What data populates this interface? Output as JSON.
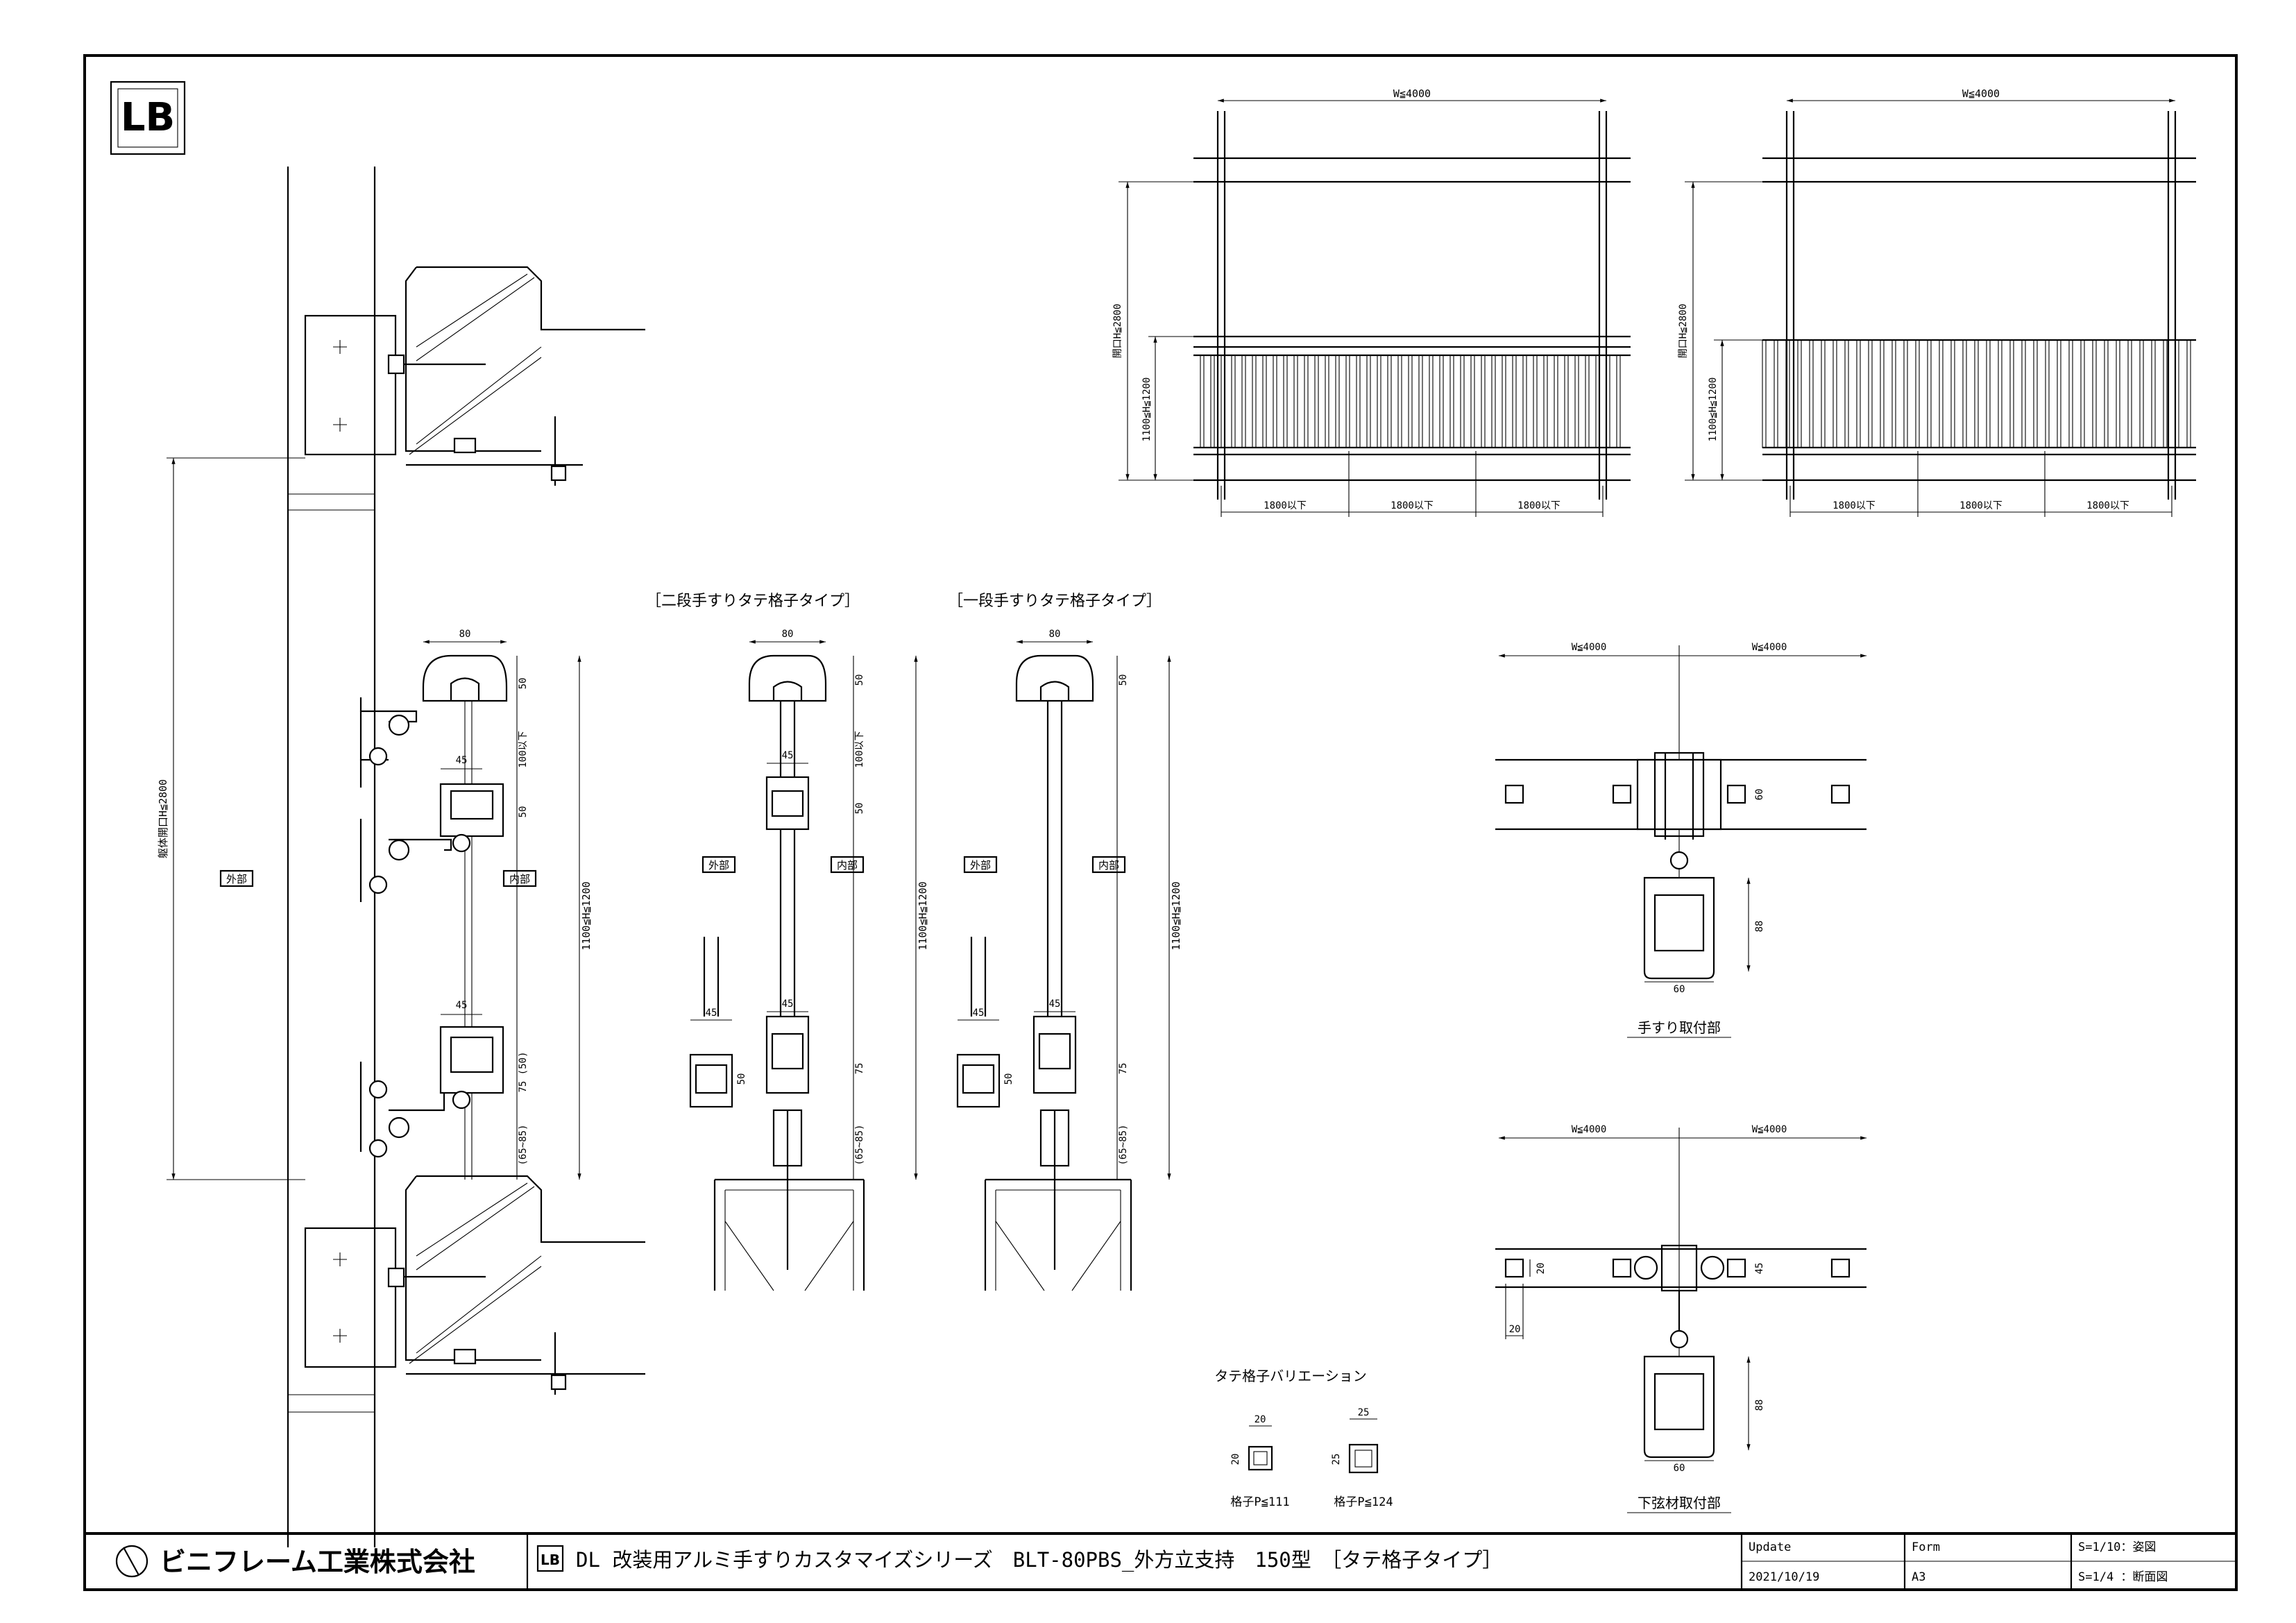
{
  "title_block": {
    "company_name": "ビニフレーム工業株式会社",
    "logo_text": "LB",
    "drawing_title": "DL 改装用アルミ手すりカスタマイズシリーズ　BLT-80PBS_外方立支持　150型　［タテ格子タイプ］",
    "update_label": "Update",
    "update_date": "2021/10/19",
    "form_label": "Form",
    "form_value": "A3",
    "scale_1": "S=1/10：姿図",
    "scale_2": "S=1/4 ：断面図"
  },
  "section_main": {
    "outer_label": "外部",
    "inner_label": "内部",
    "opening_height": "躯体開口H≦2800",
    "handrail_height": "1100≦H≦1200",
    "dim_80": "80",
    "dim_50a": "50",
    "dim_100": "100以下",
    "dim_45a": "45",
    "dim_50b": "50",
    "dim_45b": "45",
    "dim_75": "75 (50)",
    "dim_65": "(65~85)"
  },
  "section_two_tier": {
    "title": "［二段手すりタテ格子タイプ］",
    "outer_label": "外部",
    "inner_label": "内部",
    "height": "1100≦H≦1200",
    "dim_80": "80",
    "dim_50a": "50",
    "dim_100": "100以下",
    "dim_45a": "45",
    "dim_50b": "50",
    "dim_45b": "45",
    "dim_45c": "45",
    "dim_50c": "50",
    "dim_75": "75",
    "dim_65": "(65~85)"
  },
  "section_one_tier": {
    "title": "［一段手すりタテ格子タイプ］",
    "outer_label": "外部",
    "inner_label": "内部",
    "height": "1100≦H≦1200",
    "dim_80": "80",
    "dim_50": "50",
    "dim_45a": "45",
    "dim_45b": "45",
    "dim_50c": "50",
    "dim_75": "75",
    "dim_65": "(65~85)"
  },
  "elevation_left": {
    "width": "W≦4000",
    "opening": "開口H≦2800",
    "height": "1100≦H≦1200",
    "spans": [
      "1800以下",
      "1800以下",
      "1800以下"
    ]
  },
  "elevation_right": {
    "width": "W≦4000",
    "opening": "開口H≦2800",
    "height": "1100≦H≦1200",
    "spans": [
      "1800以下",
      "1800以下",
      "1800以下"
    ]
  },
  "plan_handrail": {
    "title": "手すり取付部",
    "w_left": "W≦4000",
    "w_right": "W≦4000",
    "dim_60a": "60",
    "dim_88": "88",
    "dim_60b": "60"
  },
  "plan_lower": {
    "title": "下弦材取付部",
    "w_left": "W≦4000",
    "w_right": "W≦4000",
    "dim_20a": "20",
    "dim_20b": "20",
    "dim_45": "45",
    "dim_88": "88",
    "dim_60": "60"
  },
  "variations": {
    "title": "タテ格子バリエーション",
    "a_w": "20",
    "a_h": "20",
    "a_label": "格子P≦111",
    "b_w": "25",
    "b_h": "25",
    "b_label": "格子P≦124"
  }
}
